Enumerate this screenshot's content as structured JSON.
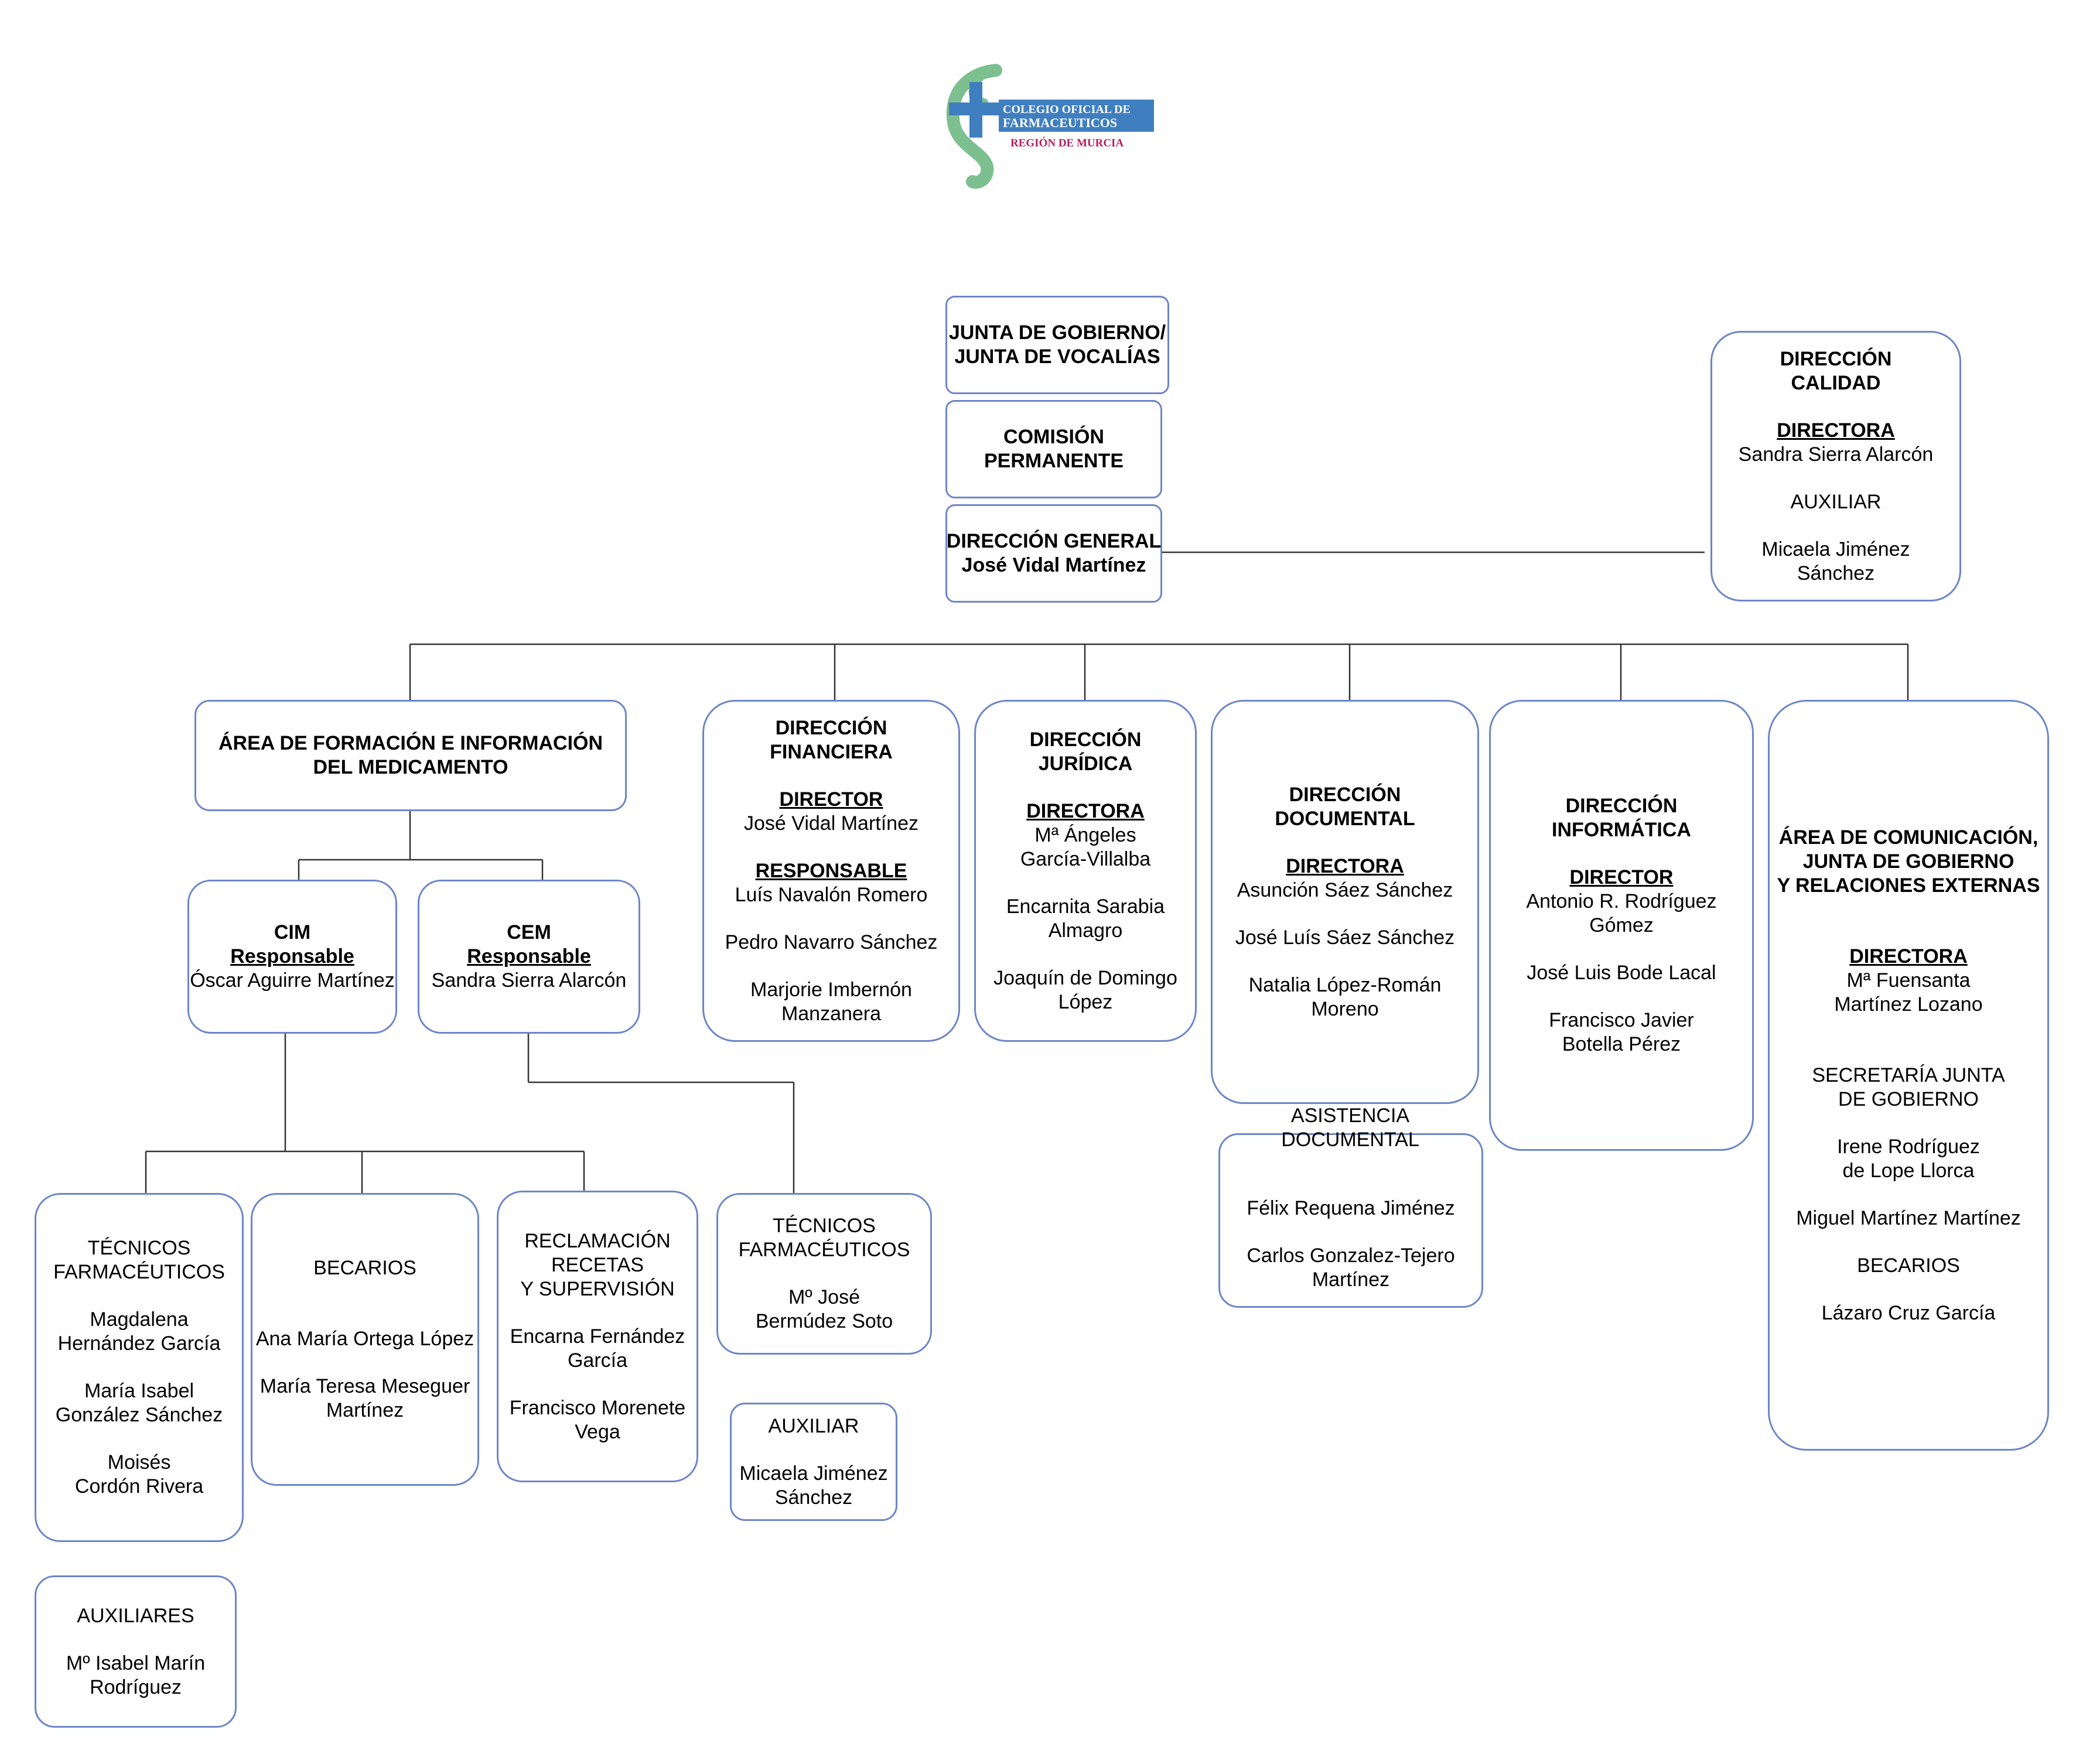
{
  "colors": {
    "box_border": "#6d86c8",
    "connector": "#333333",
    "logo_blue": "#3f7fc0",
    "logo_green": "#7cc08f",
    "logo_pink": "#b2205e"
  },
  "logo": {
    "line1": "COLEGIO OFICIAL DE",
    "line2": "FARMACEUTICOS",
    "line3": "REGIÓN DE MURCIA"
  },
  "boxes": [
    {
      "id": "junta-gobierno",
      "lines": [
        {
          "t": "JUNTA DE GOBIERNO/",
          "s": "b"
        },
        {
          "t": "JUNTA DE VOCALÍAS",
          "s": "b"
        }
      ]
    },
    {
      "id": "comision-permanente",
      "lines": [
        {
          "t": "COMISIÓN",
          "s": "b"
        },
        {
          "t": "PERMANENTE",
          "s": "b"
        }
      ]
    },
    {
      "id": "direccion-general",
      "lines": [
        {
          "t": "DIRECCIÓN GENERAL",
          "s": "b"
        },
        {
          "t": "José Vidal Martínez",
          "s": "b"
        }
      ]
    },
    {
      "id": "direccion-calidad",
      "lines": [
        {
          "t": "DIRECCIÓN",
          "s": "b"
        },
        {
          "t": "CALIDAD",
          "s": "b"
        },
        {
          "t": "",
          "s": "gap"
        },
        {
          "t": "DIRECTORA",
          "s": "u"
        },
        {
          "t": "Sandra Sierra Alarcón",
          "s": ""
        },
        {
          "t": "",
          "s": "gap"
        },
        {
          "t": "AUXILIAR",
          "s": ""
        },
        {
          "t": "",
          "s": "gap"
        },
        {
          "t": "Micaela Jiménez",
          "s": ""
        },
        {
          "t": "Sánchez",
          "s": ""
        }
      ]
    },
    {
      "id": "area-formacion",
      "lines": [
        {
          "t": "ÁREA DE FORMACIÓN E INFORMACIÓN",
          "s": "b"
        },
        {
          "t": "DEL MEDICAMENTO",
          "s": "b"
        }
      ]
    },
    {
      "id": "direccion-financiera",
      "lines": [
        {
          "t": "DIRECCIÓN",
          "s": "b"
        },
        {
          "t": "FINANCIERA",
          "s": "b"
        },
        {
          "t": "",
          "s": "gap"
        },
        {
          "t": "DIRECTOR",
          "s": "u"
        },
        {
          "t": "José Vidal Martínez",
          "s": ""
        },
        {
          "t": "",
          "s": "gap"
        },
        {
          "t": "RESPONSABLE",
          "s": "u"
        },
        {
          "t": "Luís Navalón Romero",
          "s": ""
        },
        {
          "t": "",
          "s": "gap"
        },
        {
          "t": "Pedro Navarro Sánchez",
          "s": ""
        },
        {
          "t": "",
          "s": "gap"
        },
        {
          "t": "Marjorie Imbernón",
          "s": ""
        },
        {
          "t": "Manzanera",
          "s": ""
        }
      ]
    },
    {
      "id": "direccion-juridica",
      "lines": [
        {
          "t": "DIRECCIÓN",
          "s": "b"
        },
        {
          "t": "JURÍDICA",
          "s": "b"
        },
        {
          "t": "",
          "s": "gap"
        },
        {
          "t": "DIRECTORA",
          "s": "u"
        },
        {
          "t": "Mª Ángeles",
          "s": ""
        },
        {
          "t": "García-Villalba",
          "s": ""
        },
        {
          "t": "",
          "s": "gap"
        },
        {
          "t": "Encarnita Sarabia",
          "s": ""
        },
        {
          "t": "Almagro",
          "s": ""
        },
        {
          "t": "",
          "s": "gap"
        },
        {
          "t": "Joaquín de Domingo",
          "s": ""
        },
        {
          "t": "López",
          "s": ""
        }
      ]
    },
    {
      "id": "direccion-documental",
      "lines": [
        {
          "t": "DIRECCIÓN",
          "s": "b"
        },
        {
          "t": "DOCUMENTAL",
          "s": "b"
        },
        {
          "t": "",
          "s": "gap"
        },
        {
          "t": "DIRECTORA",
          "s": "u"
        },
        {
          "t": "Asunción Sáez Sánchez",
          "s": ""
        },
        {
          "t": "",
          "s": "gap"
        },
        {
          "t": "José Luís Sáez Sánchez",
          "s": ""
        },
        {
          "t": "",
          "s": "gap"
        },
        {
          "t": "Natalia López-Román",
          "s": ""
        },
        {
          "t": "Moreno",
          "s": ""
        }
      ]
    },
    {
      "id": "direccion-informatica",
      "lines": [
        {
          "t": "DIRECCIÓN",
          "s": "b"
        },
        {
          "t": "INFORMÁTICA",
          "s": "b"
        },
        {
          "t": "",
          "s": "gap"
        },
        {
          "t": "DIRECTOR",
          "s": "u"
        },
        {
          "t": "Antonio R. Rodríguez",
          "s": ""
        },
        {
          "t": "Gómez",
          "s": ""
        },
        {
          "t": "",
          "s": "gap"
        },
        {
          "t": "José Luis Bode Lacal",
          "s": ""
        },
        {
          "t": "",
          "s": "gap"
        },
        {
          "t": "Francisco Javier",
          "s": ""
        },
        {
          "t": "Botella Pérez",
          "s": ""
        }
      ]
    },
    {
      "id": "area-comunicacion",
      "lines": [
        {
          "t": "ÁREA DE COMUNICACIÓN,",
          "s": "b"
        },
        {
          "t": "JUNTA DE GOBIERNO",
          "s": "b"
        },
        {
          "t": "Y RELACIONES EXTERNAS",
          "s": "b"
        },
        {
          "t": "",
          "s": "gap"
        },
        {
          "t": "",
          "s": "gap"
        },
        {
          "t": "DIRECTORA",
          "s": "u"
        },
        {
          "t": "Mª Fuensanta",
          "s": ""
        },
        {
          "t": "Martínez Lozano",
          "s": ""
        },
        {
          "t": "",
          "s": "gap"
        },
        {
          "t": "",
          "s": "gap"
        },
        {
          "t": "SECRETARÍA JUNTA",
          "s": ""
        },
        {
          "t": "DE GOBIERNO",
          "s": ""
        },
        {
          "t": "",
          "s": "gap"
        },
        {
          "t": "Irene Rodríguez",
          "s": ""
        },
        {
          "t": "de Lope Llorca",
          "s": ""
        },
        {
          "t": "",
          "s": "gap"
        },
        {
          "t": "Miguel Martínez Martínez",
          "s": ""
        },
        {
          "t": "",
          "s": "gap"
        },
        {
          "t": "BECARIOS",
          "s": ""
        },
        {
          "t": "",
          "s": "gap"
        },
        {
          "t": "Lázaro Cruz García",
          "s": ""
        }
      ]
    },
    {
      "id": "cim",
      "lines": [
        {
          "t": "CIM",
          "s": "b"
        },
        {
          "t": "Responsable",
          "s": "u"
        },
        {
          "t": "Óscar Aguirre Martínez",
          "s": ""
        }
      ]
    },
    {
      "id": "cem",
      "lines": [
        {
          "t": "CEM",
          "s": "b"
        },
        {
          "t": "Responsable",
          "s": "u"
        },
        {
          "t": "Sandra Sierra Alarcón",
          "s": ""
        }
      ]
    },
    {
      "id": "tecnicos-cim",
      "lines": [
        {
          "t": "TÉCNICOS",
          "s": ""
        },
        {
          "t": "FARMACÉUTICOS",
          "s": ""
        },
        {
          "t": "",
          "s": "gap"
        },
        {
          "t": "Magdalena",
          "s": ""
        },
        {
          "t": "Hernández García",
          "s": ""
        },
        {
          "t": "",
          "s": "gap"
        },
        {
          "t": "María Isabel",
          "s": ""
        },
        {
          "t": "González Sánchez",
          "s": ""
        },
        {
          "t": "",
          "s": "gap"
        },
        {
          "t": "Moisés",
          "s": ""
        },
        {
          "t": "Cordón Rivera",
          "s": ""
        }
      ]
    },
    {
      "id": "becarios",
      "lines": [
        {
          "t": "BECARIOS",
          "s": ""
        },
        {
          "t": "",
          "s": "gap"
        },
        {
          "t": "",
          "s": "gap"
        },
        {
          "t": "Ana María Ortega López",
          "s": ""
        },
        {
          "t": "",
          "s": "gap"
        },
        {
          "t": "María Teresa Meseguer",
          "s": ""
        },
        {
          "t": "Martínez",
          "s": ""
        }
      ]
    },
    {
      "id": "reclamacion",
      "lines": [
        {
          "t": "RECLAMACIÓN",
          "s": ""
        },
        {
          "t": "RECETAS",
          "s": ""
        },
        {
          "t": "Y SUPERVISIÓN",
          "s": ""
        },
        {
          "t": "",
          "s": "gap"
        },
        {
          "t": "Encarna Fernández",
          "s": ""
        },
        {
          "t": "García",
          "s": ""
        },
        {
          "t": "",
          "s": "gap"
        },
        {
          "t": "Francisco Morenete",
          "s": ""
        },
        {
          "t": "Vega",
          "s": ""
        }
      ]
    },
    {
      "id": "tecnicos-cem",
      "lines": [
        {
          "t": "TÉCNICOS",
          "s": ""
        },
        {
          "t": "FARMACÉUTICOS",
          "s": ""
        },
        {
          "t": "",
          "s": "gap"
        },
        {
          "t": "Mº José",
          "s": ""
        },
        {
          "t": "Bermúdez Soto",
          "s": ""
        }
      ]
    },
    {
      "id": "auxiliar-cem",
      "lines": [
        {
          "t": "AUXILIAR",
          "s": ""
        },
        {
          "t": "",
          "s": "gap"
        },
        {
          "t": "Micaela Jiménez",
          "s": ""
        },
        {
          "t": "Sánchez",
          "s": ""
        }
      ]
    },
    {
      "id": "auxiliares-cim",
      "lines": [
        {
          "t": "AUXILIARES",
          "s": ""
        },
        {
          "t": "",
          "s": "gap"
        },
        {
          "t": "Mº Isabel Marín",
          "s": ""
        },
        {
          "t": "Rodríguez",
          "s": ""
        }
      ]
    },
    {
      "id": "asistencia-documental",
      "lines": [
        {
          "t": "",
          "s": "gap"
        },
        {
          "t": "",
          "s": "gap"
        },
        {
          "t": "Félix Requena Jiménez",
          "s": ""
        },
        {
          "t": "",
          "s": "gap"
        },
        {
          "t": "Carlos  Gonzalez-Tejero",
          "s": ""
        },
        {
          "t": "Martínez",
          "s": ""
        }
      ]
    }
  ],
  "floating_labels": [
    {
      "id": "asistencia-documental-title",
      "lines": [
        "ASISTENCIA",
        "DOCUMENTAL"
      ]
    }
  ]
}
